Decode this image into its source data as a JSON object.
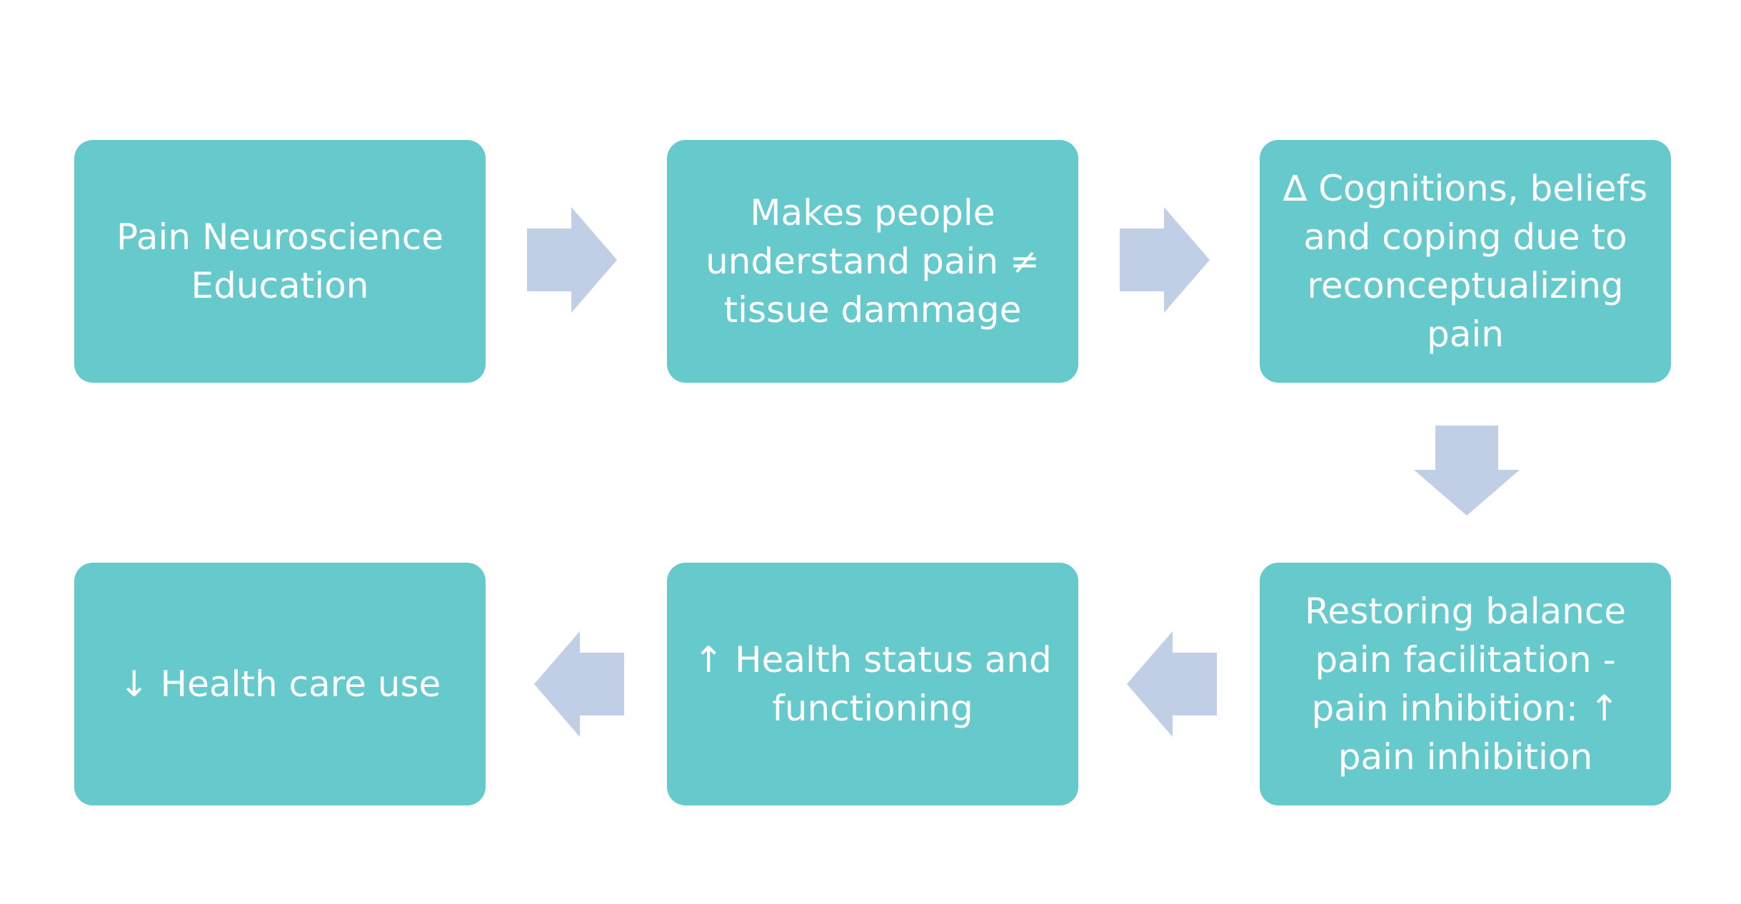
{
  "colors": {
    "box_fill": "#66C9CB",
    "arrow_fill": "#C0CFE5",
    "text": "#FFFFFF",
    "background": "#FFFFFF"
  },
  "boxes": {
    "pain_neuroscience_education": "Pain Neuroscience\nEducation",
    "understand_pain": "Makes people\nunderstand pain ≠\ntissue dammage",
    "cognitions_beliefs": "∆ Cognitions, beliefs\nand coping due to\nreconceptualizing\npain",
    "restoring_balance": "Restoring balance\npain facilitation -\npain inhibition: ↑\npain inhibition",
    "health_status": "↑ Health status and\nfunctioning",
    "health_care_use": "↓ Health care use"
  },
  "arrows": [
    {
      "from": "pain_neuroscience_education",
      "to": "understand_pain",
      "direction": "right"
    },
    {
      "from": "understand_pain",
      "to": "cognitions_beliefs",
      "direction": "right"
    },
    {
      "from": "cognitions_beliefs",
      "to": "restoring_balance",
      "direction": "down"
    },
    {
      "from": "restoring_balance",
      "to": "health_status",
      "direction": "left"
    },
    {
      "from": "health_status",
      "to": "health_care_use",
      "direction": "left"
    }
  ]
}
